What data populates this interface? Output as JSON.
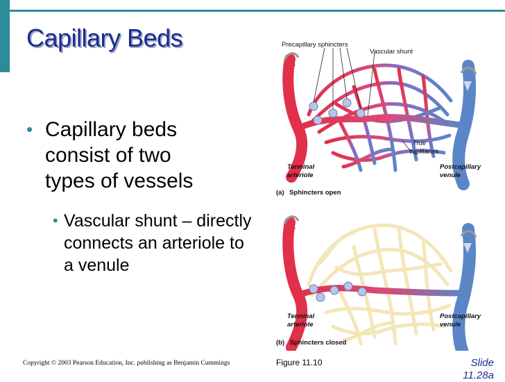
{
  "slide": {
    "title": "Capillary Beds",
    "bullets": [
      {
        "level": 1,
        "text": "Capillary beds consist of two types of vessels"
      },
      {
        "level": 2,
        "text": "Vascular shunt – directly connects an arteriole to a venule"
      }
    ],
    "copyright": "Copyright © 2003 Pearson Education, Inc. publishing as Benjamin Cummings",
    "figure_label": "Figure 11.10",
    "slide_number_line1": "Slide",
    "slide_number_line2": "11.28a"
  },
  "diagram": {
    "panel_a": {
      "label_precapillary": "Precapillary sphincters",
      "label_shunt": "Vascular shunt",
      "label_true_1": "True",
      "label_true_2": "capillaries",
      "label_terminal_1": "Terminal",
      "label_terminal_2": "arteriole",
      "label_post_1": "Postcapillary",
      "label_post_2": "venule",
      "caption_prefix": "(a)",
      "caption": "Sphincters open"
    },
    "panel_b": {
      "label_terminal_1": "Terminal",
      "label_terminal_2": "arteriole",
      "label_post_1": "Postcapillary",
      "label_post_2": "venule",
      "caption_prefix": "(b)",
      "caption": "Sphincters closed"
    },
    "colors": {
      "arteriole": "#e0304a",
      "venule": "#5a86c8",
      "closed_capillaries": "#f3e6b8",
      "sphincter": "#b8c4e8",
      "accent": "#2e8b9a",
      "title": "#1a2e8a"
    }
  }
}
